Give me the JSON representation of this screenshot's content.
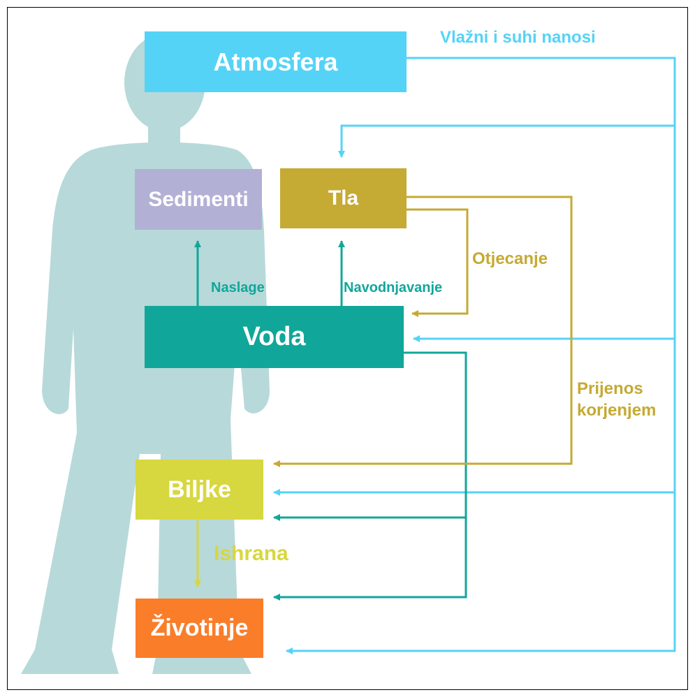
{
  "nodes": {
    "atmosfera": "Atmosfera",
    "sedimenti": "Sedimenti",
    "tla": "Tla",
    "voda": "Voda",
    "biljke": "Biljke",
    "zivotinje": "Životinje"
  },
  "edge_labels": {
    "vlazni_suhi_nanosi": "Vlažni i suhi nanosi",
    "naslage": "Naslage",
    "navodnjavanje": "Navodnjavanje",
    "otjecanje": "Otjecanje",
    "prijenos_line1": "Prijenos",
    "prijenos_line2": "korjenjem",
    "ishrana": "Ishrana"
  },
  "colors": {
    "atmosfera": "#55d3f6",
    "sedimenti": "#b3b0d6",
    "tla": "#c5aa34",
    "voda": "#11a69a",
    "biljke": "#d7d73f",
    "zivotinje": "#fa7d2a",
    "silhouette": "#b7d9d9"
  },
  "edges": [
    {
      "from": "Atmosfera",
      "to": "Tla",
      "label": "Vlažni i suhi nanosi"
    },
    {
      "from": "Atmosfera",
      "to": "Voda"
    },
    {
      "from": "Atmosfera",
      "to": "Biljke"
    },
    {
      "from": "Atmosfera",
      "to": "Životinje"
    },
    {
      "from": "Voda",
      "to": "Sedimenti",
      "label": "Naslage"
    },
    {
      "from": "Voda",
      "to": "Tla",
      "label": "Navodnjavanje"
    },
    {
      "from": "Voda",
      "to": "Biljke"
    },
    {
      "from": "Voda",
      "to": "Životinje"
    },
    {
      "from": "Tla",
      "to": "Voda",
      "label": "Otjecanje"
    },
    {
      "from": "Tla",
      "to": "Biljke",
      "label": "Prijenos korjenjem"
    },
    {
      "from": "Biljke",
      "to": "Životinje",
      "label": "Ishrana"
    }
  ]
}
